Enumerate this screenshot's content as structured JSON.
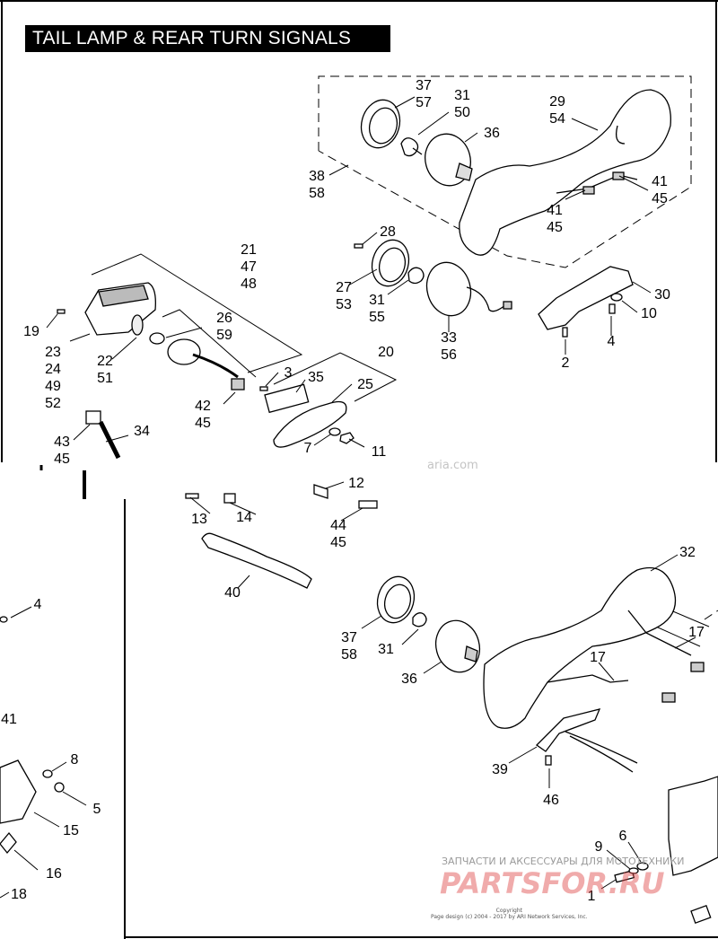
{
  "title": "TAIL LAMP & REAR  TURN SIGNALS",
  "watermark": {
    "text": "ЗАПЧАСТИ И АКСЕССУАРЫ ДЛЯ МОТОТЕХНИКИ",
    "logo": "PARTSFOR.RU",
    "logo_color": "#dd4444"
  },
  "copyright": {
    "line1": "Copyright",
    "line2": "Page design (c) 2004 - 2017 by ARI Network Services, Inc."
  },
  "ari_fragment": "aria.com",
  "callouts": {
    "c37_57": [
      "37",
      "57"
    ],
    "c31_50": [
      "31",
      "50"
    ],
    "c36_top": [
      "36"
    ],
    "c29_54": [
      "29",
      "54"
    ],
    "c38_58": [
      "38",
      "58"
    ],
    "c41_45_a": [
      "41",
      "45"
    ],
    "c41_45_b": [
      "41",
      "45"
    ],
    "c28": [
      "28"
    ],
    "c27_53": [
      "27",
      "53"
    ],
    "c31_55": [
      "31",
      "55"
    ],
    "c33_56": [
      "33",
      "56"
    ],
    "c30": [
      "30"
    ],
    "c10": [
      "10"
    ],
    "c4_top": [
      "4"
    ],
    "c2": [
      "2"
    ],
    "c21_47_48": [
      "21",
      "47",
      "48"
    ],
    "c19": [
      "19"
    ],
    "c26_59": [
      "26",
      "59"
    ],
    "c23_24_49_52": [
      "23",
      "24",
      "49",
      "52"
    ],
    "c22_51": [
      "22",
      "51"
    ],
    "c20": [
      "20"
    ],
    "c3": [
      "3"
    ],
    "c35": [
      "35"
    ],
    "c25": [
      "25"
    ],
    "c42_45": [
      "42",
      "45"
    ],
    "c7": [
      "7"
    ],
    "c11": [
      "11"
    ],
    "c43_45": [
      "43",
      "45"
    ],
    "c34": [
      "34"
    ],
    "c12": [
      "12"
    ],
    "c13": [
      "13"
    ],
    "c14": [
      "14"
    ],
    "c44_45": [
      "44",
      "45"
    ],
    "c40": [
      "40"
    ],
    "c32": [
      "32"
    ],
    "c17_a": [
      "17"
    ],
    "c17_b": [
      "17"
    ],
    "c37_58": [
      "37",
      "58"
    ],
    "c31_bot": [
      "31"
    ],
    "c36_bot": [
      "36"
    ],
    "c39": [
      "39"
    ],
    "c46": [
      "46"
    ],
    "c4_left": [
      "4"
    ],
    "c41_left": [
      "41"
    ],
    "c8": [
      "8"
    ],
    "c5": [
      "5"
    ],
    "c15": [
      "15"
    ],
    "c16": [
      "16"
    ],
    "c18": [
      "18"
    ],
    "c6": [
      "6"
    ],
    "c9": [
      "9"
    ],
    "c1": [
      "1"
    ]
  }
}
